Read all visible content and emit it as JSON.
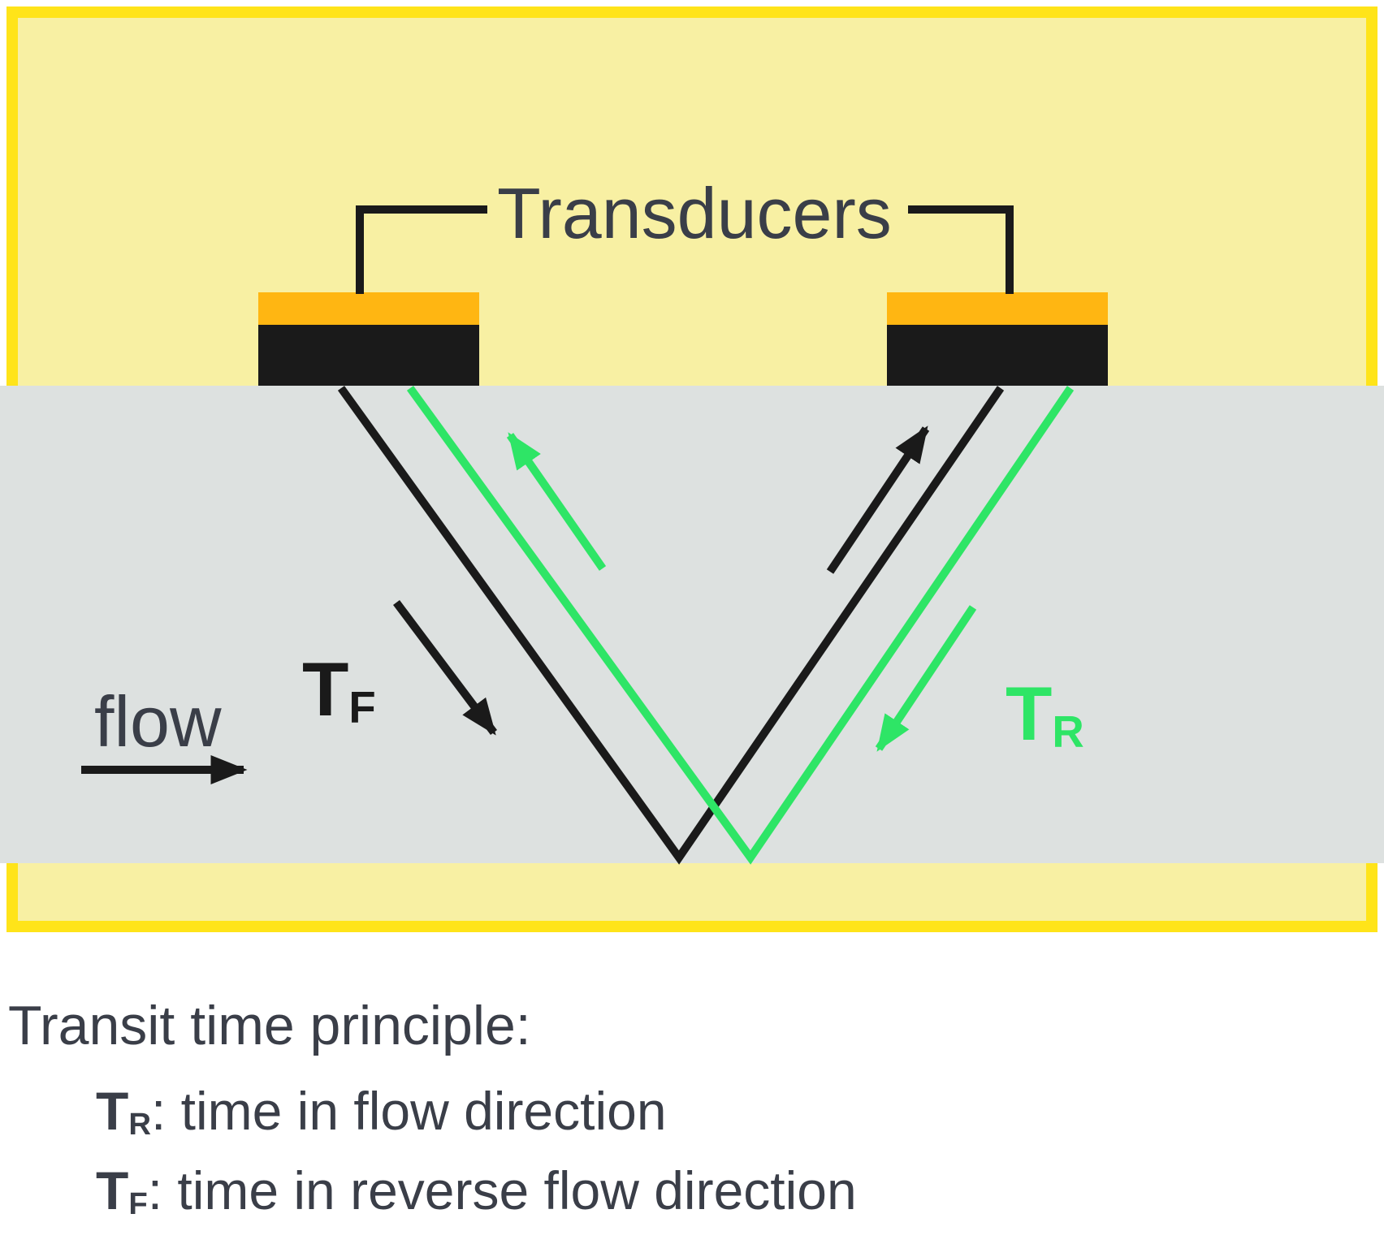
{
  "diagram": {
    "transducers_label": "Transducers",
    "flow_label": "flow",
    "forward_time": {
      "base": "T",
      "sub": "F"
    },
    "reverse_time": {
      "base": "T",
      "sub": "R"
    }
  },
  "caption": {
    "title": "Transit time principle:",
    "lines": [
      {
        "base": "T",
        "sub": "R",
        "rest": ": time in flow direction"
      },
      {
        "base": "T",
        "sub": "F",
        "rest": ": time in reverse flow direction"
      }
    ]
  },
  "colors": {
    "box-border": "#FFE419",
    "box-fill": "#F8F0A3",
    "pipe-gray": "#DDE1E0",
    "transducer-orange": "#FFB612",
    "ink": "#1A1A1A",
    "green": "#2EE566",
    "text-dark": "#3A3E48"
  }
}
